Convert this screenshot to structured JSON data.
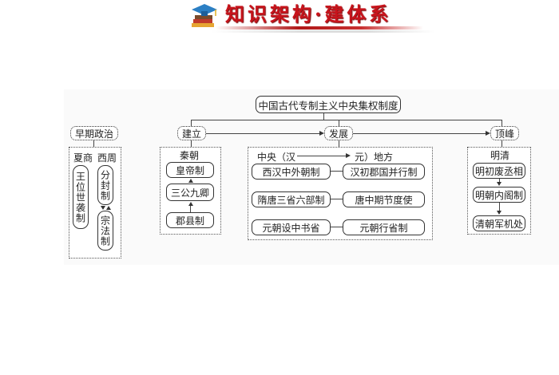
{
  "banner": {
    "title": "知识架构·建体系",
    "icon": "books-graduation-cap-icon"
  },
  "root": {
    "label": "中国古代专制主义中央集权制度"
  },
  "stages": [
    {
      "label": "早期政治"
    },
    {
      "label": "建立"
    },
    {
      "label": "发展"
    },
    {
      "label": "顶峰"
    }
  ],
  "early": {
    "xia_shang": {
      "header": "夏商",
      "box": "王位世袭制"
    },
    "xi_zhou": {
      "header": "西周",
      "boxes": [
        "分封制",
        "宗法制"
      ]
    }
  },
  "establish": {
    "header": "秦朝",
    "boxes": [
      "皇帝制",
      "三公九卿",
      "郡县制"
    ]
  },
  "develop": {
    "header_left": "中央（汉",
    "header_right": "元）地方",
    "rows": [
      {
        "central": "西汉中外朝制",
        "local": "汉初郡国并行制"
      },
      {
        "central": "隋唐三省六部制",
        "local": "唐中期节度使"
      },
      {
        "central": "元朝设中书省",
        "local": "元朝行省制"
      }
    ]
  },
  "peak": {
    "header": "明清",
    "boxes": [
      "明初废丞相",
      "明朝内阁制",
      "清朝军机处"
    ]
  }
}
